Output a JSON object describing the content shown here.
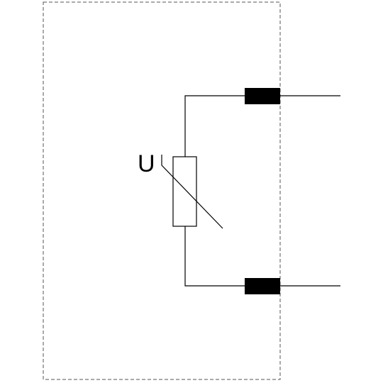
{
  "diagram": {
    "component_label": "U",
    "component_type": "varistor",
    "boundary_style": "dashed",
    "terminal_count": 2,
    "colors": {
      "line": "#000000",
      "boundary": "#555555",
      "terminal_fill": "#000000",
      "background": "#ffffff"
    }
  }
}
